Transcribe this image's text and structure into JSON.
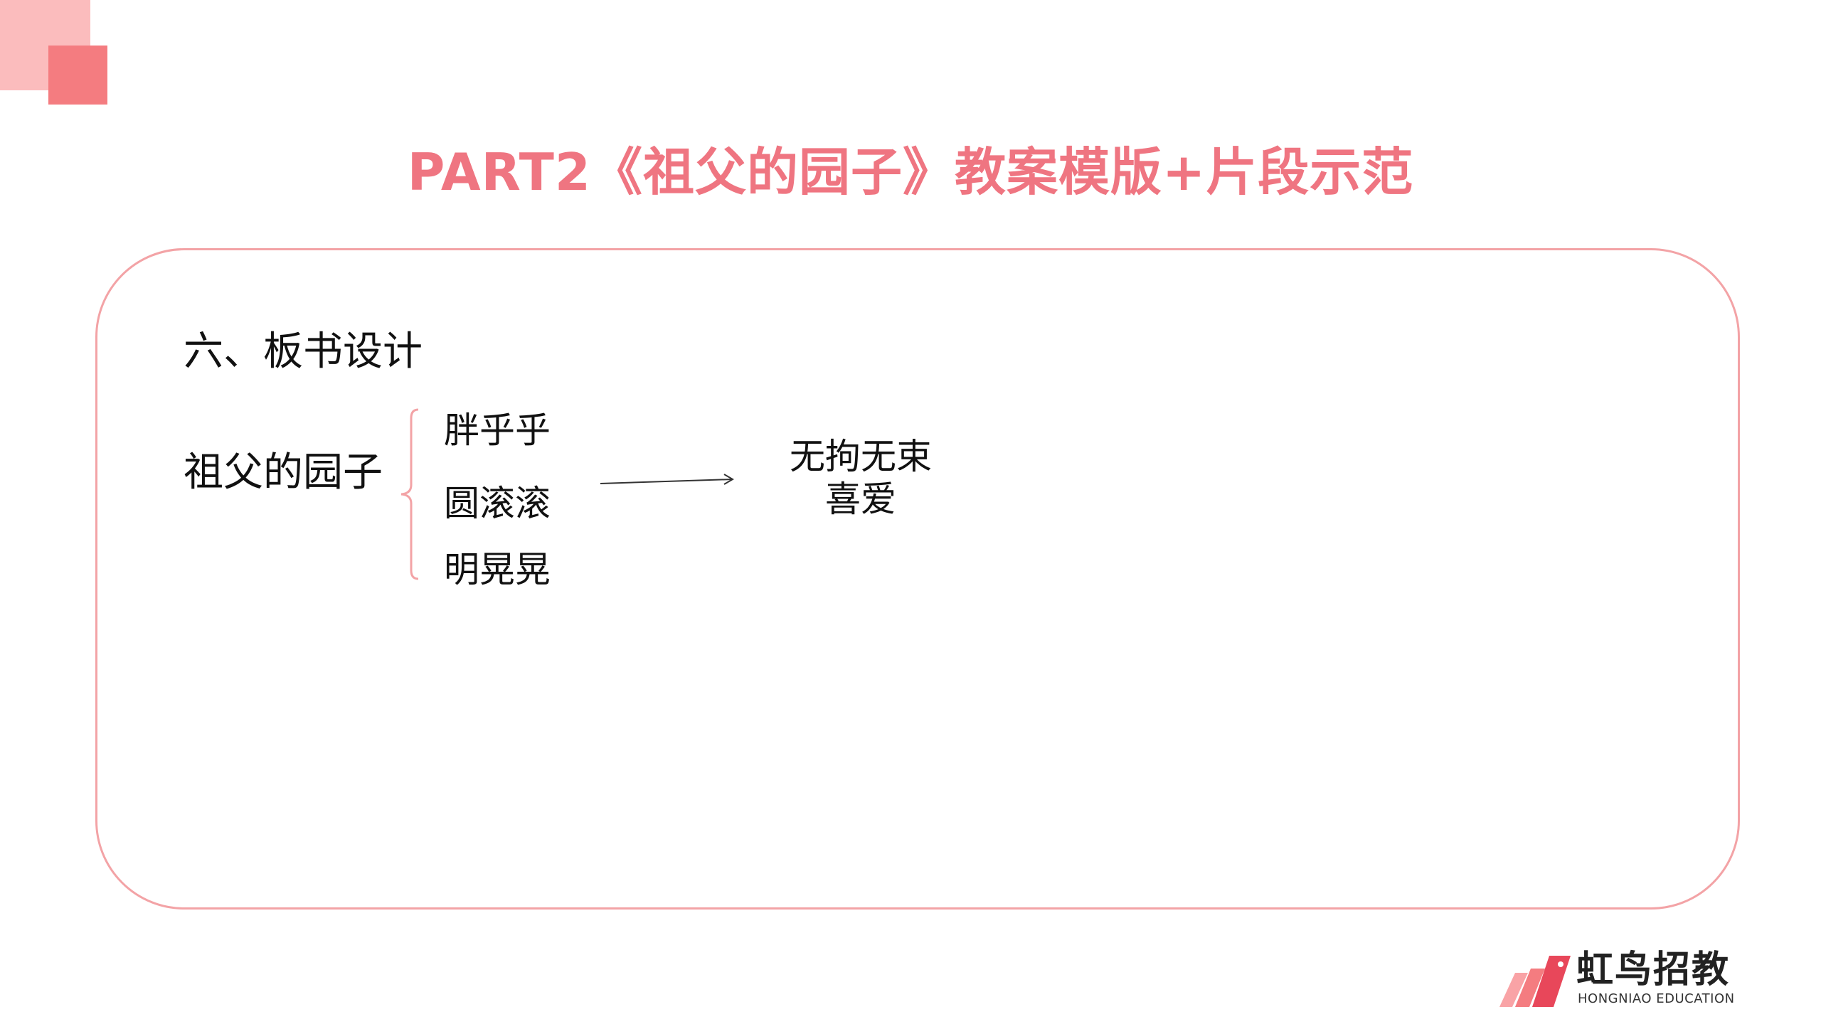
{
  "slide": {
    "title": "PART2《祖父的园子》教案模版+片段示范"
  },
  "board_design": {
    "heading": "六、板书设计",
    "main_word": "祖父的园子",
    "sub_words": [
      "胖乎乎",
      "圆滚滚",
      "明晃晃"
    ],
    "result_words": [
      "无拘无束",
      "喜爱"
    ]
  },
  "brand": {
    "name_cn": "虹鸟招教",
    "name_en": "HONGNIAO EDUCATION"
  },
  "colors": {
    "accent": "#ef7581",
    "deco_light": "#fbbcbd",
    "deco_dark": "#f47c80",
    "panel_border": "#f3a3a6"
  }
}
